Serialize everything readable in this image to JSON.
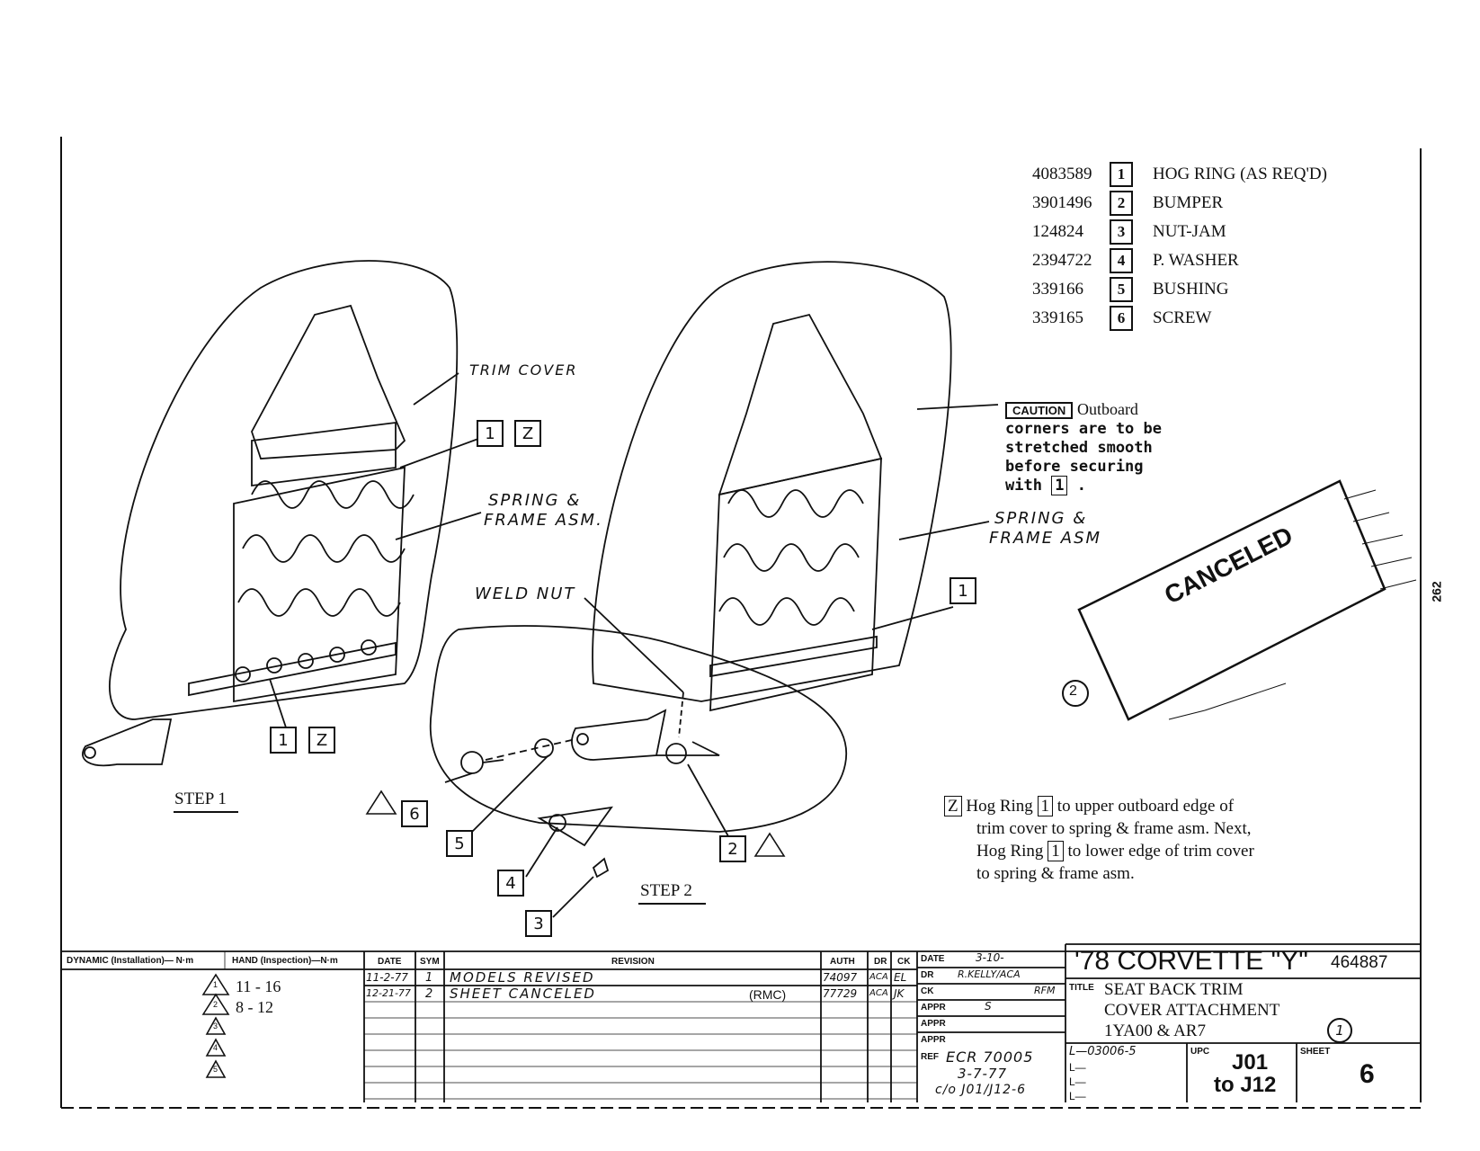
{
  "parts": [
    {
      "number": "4083589",
      "index": "1",
      "name": "HOG RING (AS REQ'D)"
    },
    {
      "number": "3901496",
      "index": "2",
      "name": "BUMPER"
    },
    {
      "number": "124824",
      "index": "3",
      "name": "NUT-JAM"
    },
    {
      "number": "2394722",
      "index": "4",
      "name": "P. WASHER"
    },
    {
      "number": "339166",
      "index": "5",
      "name": "BUSHING"
    },
    {
      "number": "339165",
      "index": "6",
      "name": "SCREW"
    }
  ],
  "labels": {
    "trim_cover": "TRIM COVER",
    "spring_frame_1": "SPRING &",
    "spring_frame_1b": "FRAME ASM.",
    "spring_frame_2": "SPRING &",
    "spring_frame_2b": "FRAME ASM",
    "weld_nut": "WELD NUT",
    "step1": "STEP 1",
    "step2": "STEP 2",
    "canceled": "CANCELED",
    "circle_2": "2",
    "side_number": "262"
  },
  "callouts": {
    "c1": "1",
    "c2": "Z",
    "c3": "1",
    "c4": "Z",
    "c5": "1",
    "c6": "6",
    "c7": "5",
    "c8": "4",
    "c9": "3",
    "c10": "2"
  },
  "caution": {
    "tag": "CAUTION",
    "line1": "Outboard",
    "line2": "corners are to be",
    "line3": "stretched smooth",
    "line4": "before securing",
    "line5": "with",
    "ref": "1"
  },
  "note": {
    "tag": "Z",
    "line1a": "Hog Ring",
    "line1ref": "1",
    "line1b": "to upper outboard edge of",
    "line2": "trim cover to spring & frame asm. Next,",
    "line3a": "Hog Ring",
    "line3ref": "1",
    "line3b": "to lower edge of trim cover",
    "line4": "to spring & frame asm."
  },
  "torque": {
    "dynamic": "DYNAMIC (Installation)— N·m",
    "hand": "HAND (Inspection)—N·m",
    "t1": "11 - 16",
    "t2": "8 - 12",
    "tri": [
      "1",
      "2",
      "3",
      "4",
      "5"
    ]
  },
  "revision": {
    "headers": [
      "DATE",
      "SYM",
      "REVISION",
      "AUTH",
      "DR",
      "CK"
    ],
    "rows": [
      {
        "date": "11-2-77",
        "sym": "1",
        "text": "MODELS  REVISED",
        "auth": "74097",
        "dr": "ACA",
        "ck": "EL"
      },
      {
        "date": "12-21-77",
        "sym": "2",
        "text": "SHEET  CANCELED",
        "note": "(RMC)",
        "auth": "77729",
        "dr": "ACA",
        "ck": "JK"
      }
    ]
  },
  "approvals": {
    "date_lbl": "DATE",
    "date_val": "3-10-",
    "dr_lbl": "DR",
    "dr_val": "R.KELLY/ACA",
    "ck_lbl": "CK",
    "ck_val": "RFM",
    "appr1_lbl": "APPR",
    "appr1_val": "S",
    "appr2_lbl": "APPR",
    "appr3_lbl": "APPR",
    "ref_lbl": "REF",
    "ref1": "ECR 70005",
    "ref2": "3-7-77",
    "ref3": "c/o J01/J12-6"
  },
  "title_block": {
    "header": "'78 CORVETTE \"Y\"",
    "number": "464887",
    "title_lbl": "TITLE",
    "title1": "SEAT BACK TRIM",
    "title2": "COVER ATTACHMENT",
    "title3": "1YA00 & AR7",
    "rev": "1",
    "l_val": "L—03006-5",
    "l2": "L—",
    "l3": "L—",
    "l4": "L—",
    "upc_lbl": "UPC",
    "upc1": "J01",
    "upc2": "to J12",
    "sheet_lbl": "SHEET",
    "sheet": "6"
  }
}
